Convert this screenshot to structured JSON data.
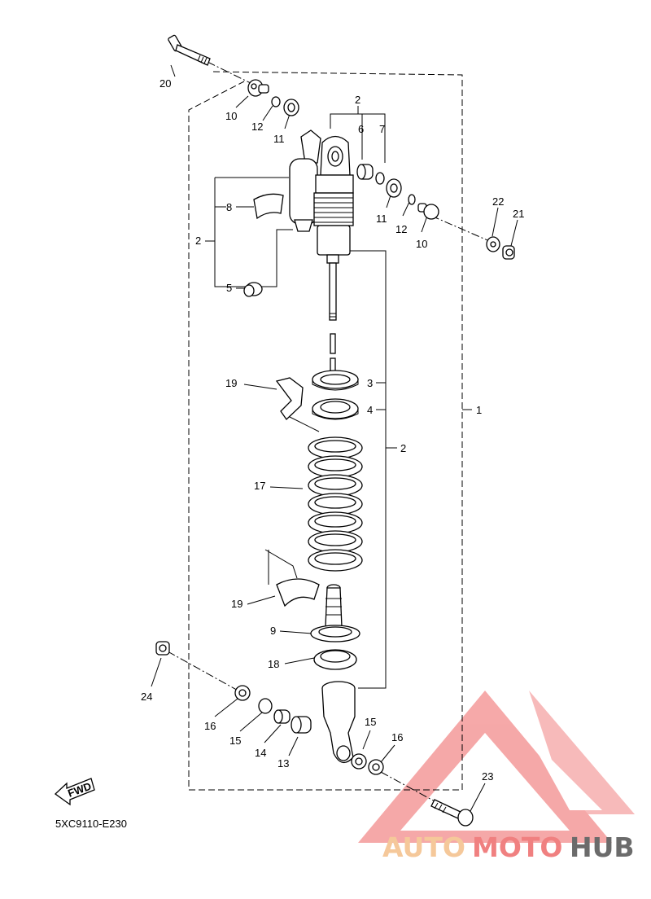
{
  "diagram_code": "5XC9110-E230",
  "fwd_label": "FWD",
  "watermark": {
    "text_part1": "AUTO",
    "text_part2": "MOTO",
    "text_part3": "HUB",
    "color_auto": "#f5c89a",
    "color_moto": "#f08080",
    "color_hub": "#6b6b6b",
    "logo_color": "#f07070"
  },
  "callouts": {
    "c1": "1",
    "c2a": "2",
    "c2b": "2",
    "c2c": "2",
    "c3": "3",
    "c4": "4",
    "c5": "5",
    "c6": "6",
    "c7": "7",
    "c8": "8",
    "c9": "9",
    "c10a": "10",
    "c10b": "10",
    "c11a": "11",
    "c11b": "11",
    "c12a": "12",
    "c12b": "12",
    "c13": "13",
    "c14": "14",
    "c15a": "15",
    "c15b": "15",
    "c16a": "16",
    "c16b": "16",
    "c17": "17",
    "c18": "18",
    "c19a": "19",
    "c19b": "19",
    "c20": "20",
    "c21": "21",
    "c22": "22",
    "c23": "23",
    "c24": "24"
  }
}
